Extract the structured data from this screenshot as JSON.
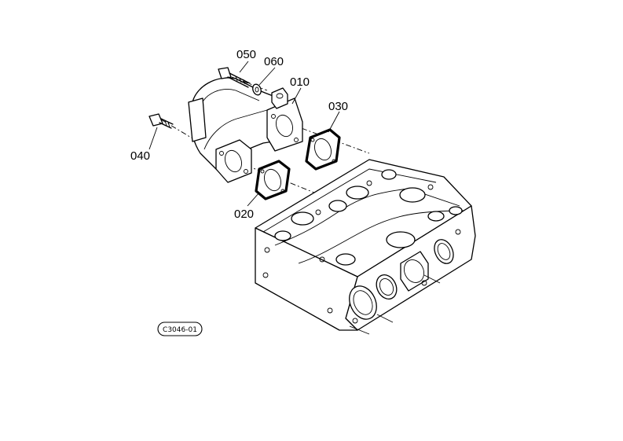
{
  "diagram": {
    "callouts": {
      "c010": "010",
      "c020": "020",
      "c030": "030",
      "c040": "040",
      "c050": "050",
      "c060": "060"
    },
    "figure_code": "C3046-01"
  }
}
